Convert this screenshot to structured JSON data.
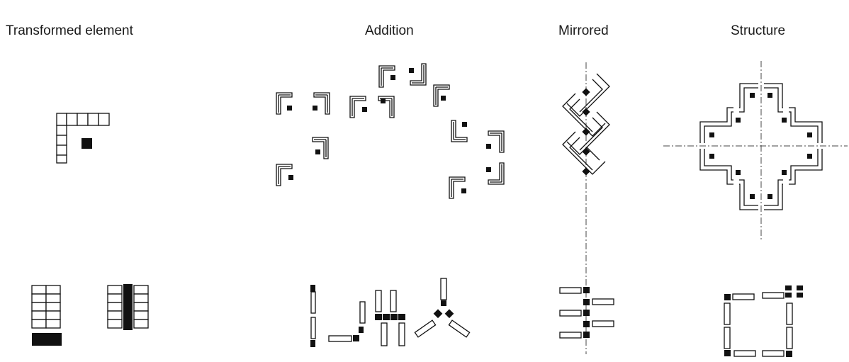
{
  "headings": {
    "transformed": "Transformed element",
    "addition": "Addition",
    "mirrored": "Mirrored",
    "structure": "Structure"
  },
  "colors": {
    "line": "#111111",
    "background": "#ffffff"
  }
}
